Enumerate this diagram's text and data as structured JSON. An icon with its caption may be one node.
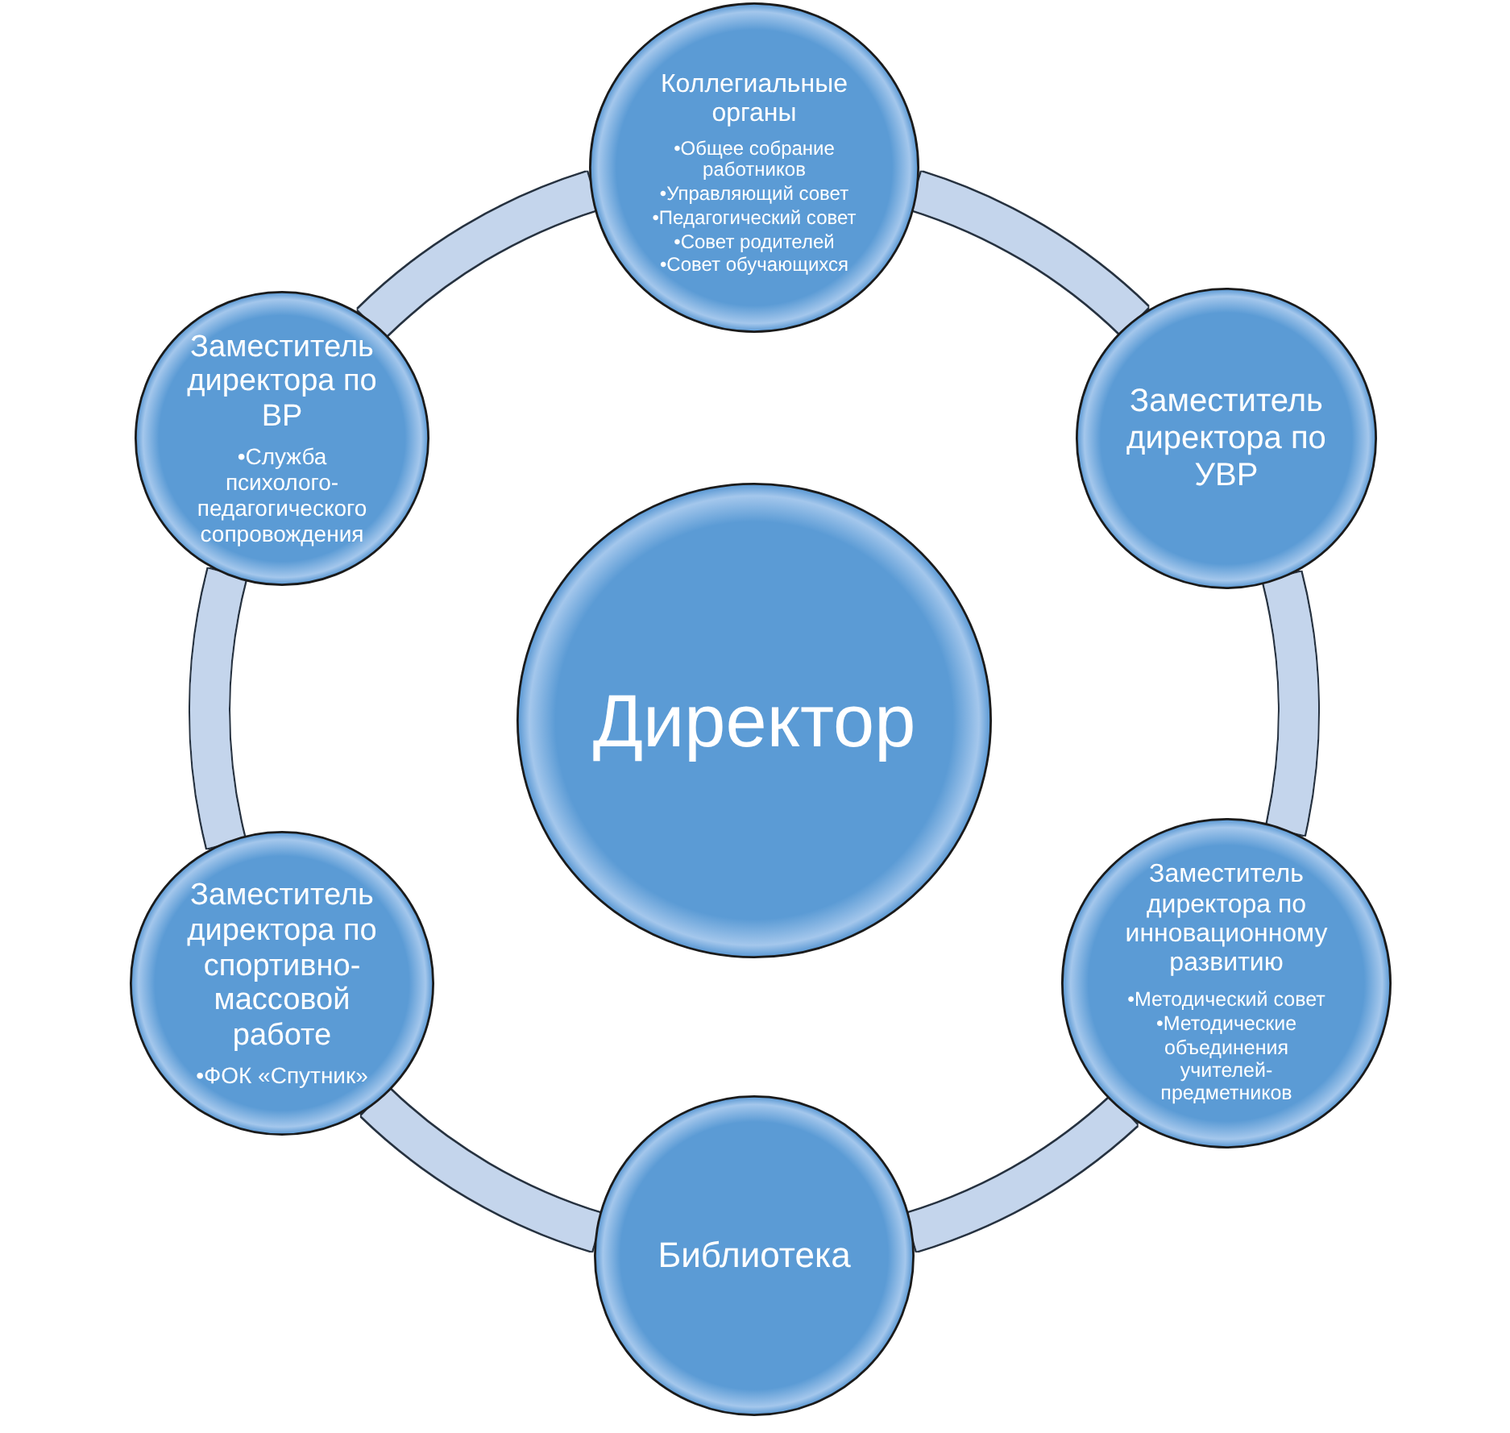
{
  "diagram": {
    "nodes": [
      {
        "text": [
          "Коллегиальные органы",
          "•Общее собрание работников",
          "•Управляющий совет",
          "•Педагогический совет",
          "•Совет родителей",
          "•Совет обучающихся"
        ]
      },
      {
        "text": [
          "Заместитель директора по ВР",
          "•Служба психолого-педагогического сопровождения"
        ]
      },
      {
        "text": [
          "Заместитель директора по УВР"
        ]
      },
      {
        "text": [
          "Директор"
        ]
      },
      {
        "text": [
          "Заместитель директора по спортивно-массовой работе",
          "•ФОК «Спутник»"
        ]
      },
      {
        "text": [
          "Заместитель директора по инновационному развитию",
          "•Методический совет",
          "•Методические объединения учителей-предметников"
        ]
      },
      {
        "text": [
          "Библиотека"
        ]
      }
    ],
    "edges": [
      {
        "from": 0,
        "to": 2,
        "arrow": "none"
      },
      {
        "from": 2,
        "to": 5,
        "arrow": "none"
      },
      {
        "from": 5,
        "to": 6,
        "arrow": "none"
      },
      {
        "from": 6,
        "to": 4,
        "arrow": "none"
      },
      {
        "from": 4,
        "to": 1,
        "arrow": "none"
      },
      {
        "from": 1,
        "to": 0,
        "arrow": "none"
      }
    ]
  }
}
